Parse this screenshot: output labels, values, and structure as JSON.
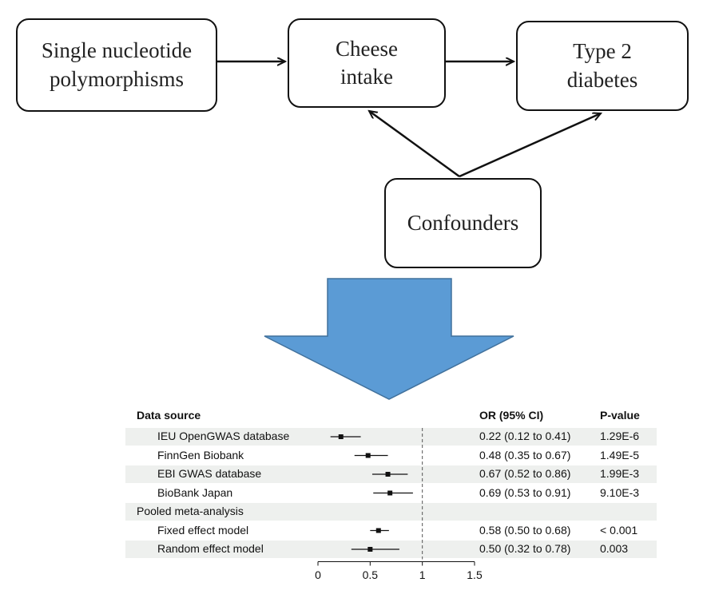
{
  "diagram": {
    "nodes": {
      "snp": "Single nucleotide\npolymorphisms",
      "cheese": "Cheese\nintake",
      "t2d": "Type 2\ndiabetes",
      "confounders": "Confounders"
    },
    "big_arrow_color": "#5b9bd5"
  },
  "forest_plot": {
    "headers": {
      "source": "Data source",
      "or": "OR (95% CI)",
      "p": "P-value"
    },
    "rows": [
      {
        "label": "IEU OpenGWAS database",
        "or": 0.22,
        "lo": 0.12,
        "hi": 0.41,
        "or_text": "0.22 (0.12 to 0.41)",
        "p": "1.29E-6"
      },
      {
        "label": "FinnGen Biobank",
        "or": 0.48,
        "lo": 0.35,
        "hi": 0.67,
        "or_text": "0.48 (0.35 to 0.67)",
        "p": "1.49E-5"
      },
      {
        "label": "EBI GWAS database",
        "or": 0.67,
        "lo": 0.52,
        "hi": 0.86,
        "or_text": "0.67 (0.52 to 0.86)",
        "p": "1.99E-3"
      },
      {
        "label": "BioBank Japan",
        "or": 0.69,
        "lo": 0.53,
        "hi": 0.91,
        "or_text": "0.69 (0.53 to 0.91)",
        "p": "9.10E-3"
      },
      {
        "label": "Pooled meta-analysis",
        "heading": true
      },
      {
        "label": "Fixed effect model",
        "or": 0.58,
        "lo": 0.5,
        "hi": 0.68,
        "or_text": "0.58 (0.50 to 0.68)",
        "p": "< 0.001"
      },
      {
        "label": "Random effect model",
        "or": 0.5,
        "lo": 0.32,
        "hi": 0.78,
        "or_text": "0.50 (0.32 to 0.78)",
        "p": "0.003"
      }
    ],
    "axis_ticks": [
      0,
      0.5,
      1,
      1.5
    ],
    "axis_tick_labels": [
      "0",
      "0.5",
      "1",
      "1.5"
    ],
    "reference_line": 1,
    "xlim": [
      0,
      1.5
    ]
  }
}
